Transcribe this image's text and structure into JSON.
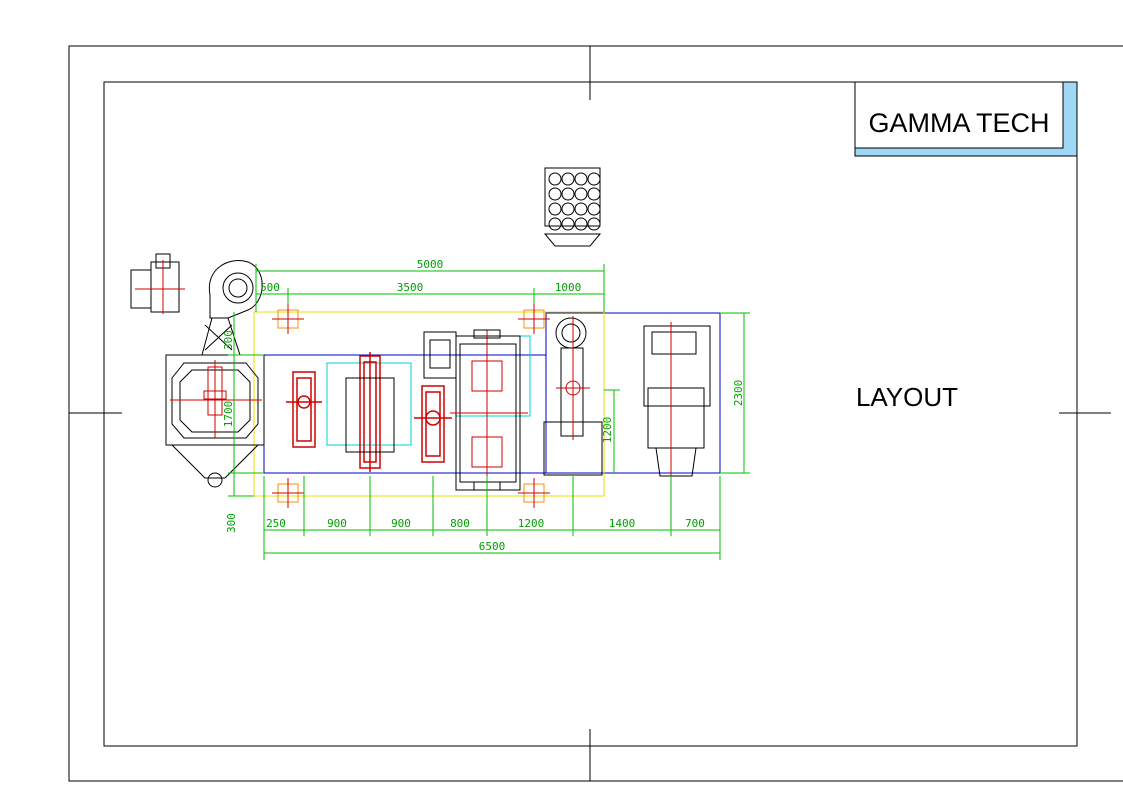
{
  "title_block": {
    "company": "GAMMA TECH",
    "hatch_color": "#1aa7e0"
  },
  "sheet_label": "LAYOUT",
  "colors": {
    "dimension": "#00c000",
    "outline_blue": "#0000c0",
    "outline_yellow": "#e8e000",
    "outline_cyan": "#00d0d0",
    "equipment_red": "#d00000",
    "support_orange": "#ff8c00"
  },
  "dimensions": {
    "top_overall": "5000",
    "top_mid": "3500",
    "top_left_small": "500",
    "top_right": "1000",
    "left_small": "300",
    "left_main": "1700",
    "bottom_left": "300",
    "right_overall": "2300",
    "right_inner": "1200",
    "bottom_segments": [
      "250",
      "900",
      "900",
      "800",
      "1200",
      "1400",
      "700"
    ],
    "bottom_overall": "6500"
  }
}
